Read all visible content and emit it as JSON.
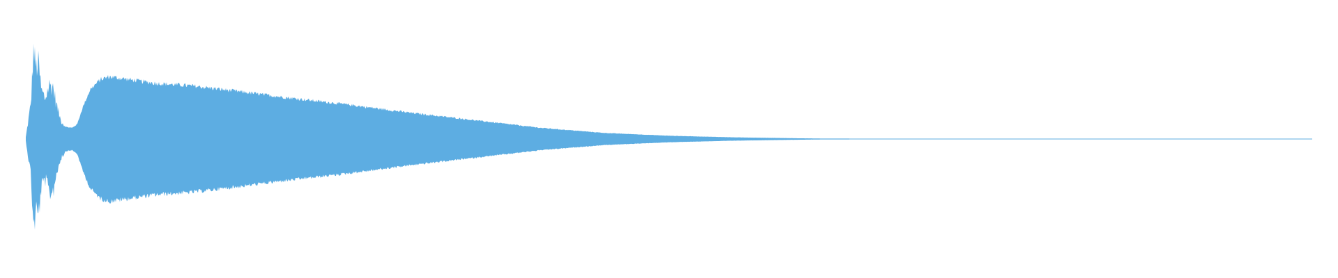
{
  "waveform": {
    "color": "#5DADE2",
    "background": "#FFFFFF",
    "clip_duration_fraction": 0.63,
    "envelope": [
      [
        0.0,
        0.02
      ],
      [
        0.004,
        0.4
      ],
      [
        0.006,
        1.0
      ],
      [
        0.008,
        0.8
      ],
      [
        0.01,
        0.85
      ],
      [
        0.012,
        0.55
      ],
      [
        0.015,
        0.45
      ],
      [
        0.018,
        0.6
      ],
      [
        0.021,
        0.6
      ],
      [
        0.024,
        0.38
      ],
      [
        0.027,
        0.22
      ],
      [
        0.031,
        0.13
      ],
      [
        0.036,
        0.12
      ],
      [
        0.04,
        0.16
      ],
      [
        0.044,
        0.33
      ],
      [
        0.05,
        0.53
      ],
      [
        0.058,
        0.64
      ],
      [
        0.065,
        0.67
      ],
      [
        0.08,
        0.64
      ],
      [
        0.1,
        0.6
      ],
      [
        0.13,
        0.57
      ],
      [
        0.16,
        0.52
      ],
      [
        0.2,
        0.45
      ],
      [
        0.25,
        0.37
      ],
      [
        0.3,
        0.28
      ],
      [
        0.35,
        0.2
      ],
      [
        0.4,
        0.12
      ],
      [
        0.45,
        0.065
      ],
      [
        0.5,
        0.035
      ],
      [
        0.55,
        0.018
      ],
      [
        0.6,
        0.008
      ],
      [
        0.63,
        0.003
      ],
      [
        0.64,
        0.0
      ]
    ]
  }
}
